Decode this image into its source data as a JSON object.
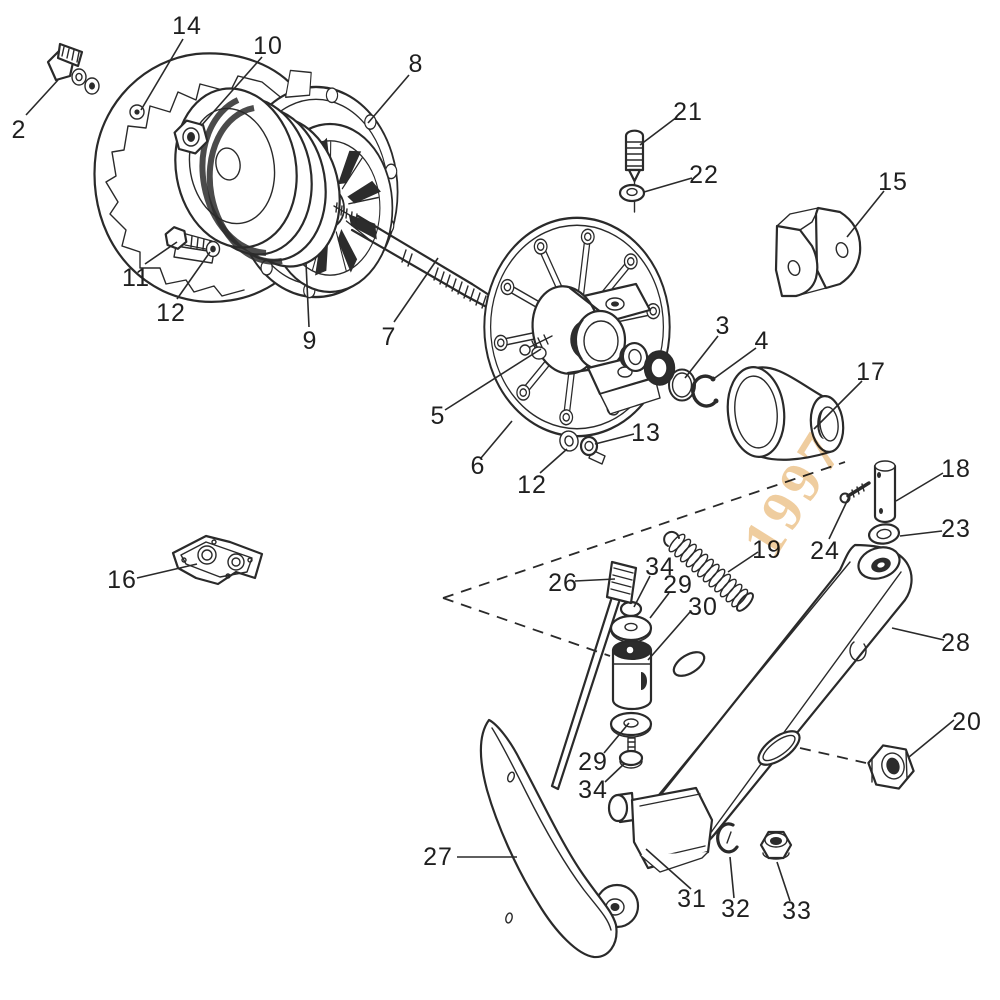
{
  "figure": {
    "type": "exploded-parts-diagram",
    "background": "#ffffff",
    "line_color": "#2a2a2a",
    "label_color": "#1f1f1f",
    "watermark": {
      "text": "1997",
      "color": "#edc48e"
    }
  },
  "labels": {
    "l2": "2",
    "l3": "3",
    "l4": "4",
    "l5": "5",
    "l6": "6",
    "l7": "7",
    "l8": "8",
    "l9": "9",
    "l10": "10",
    "l11": "11",
    "l12a": "12",
    "l12b": "12",
    "l13": "13",
    "l14": "14",
    "l15": "15",
    "l16": "16",
    "l17": "17",
    "l18": "18",
    "l19": "19",
    "l20": "20",
    "l21": "21",
    "l22": "22",
    "l23": "23",
    "l24": "24",
    "l26": "26",
    "l27": "27",
    "l28": "28",
    "l29a": "29",
    "l29b": "29",
    "l30": "30",
    "l31": "31",
    "l32": "32",
    "l33": "33",
    "l34a": "34",
    "l34b": "34"
  }
}
